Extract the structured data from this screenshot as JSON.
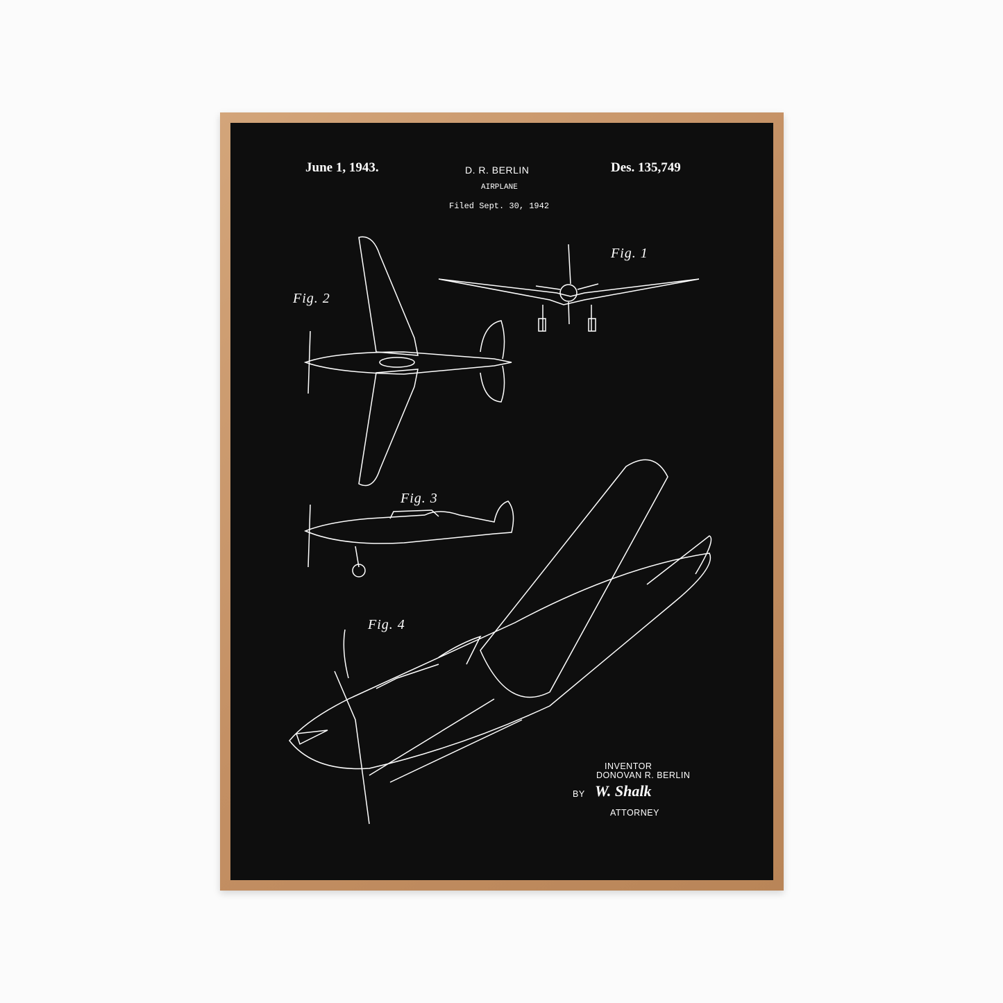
{
  "header": {
    "date": "June 1, 1943.",
    "inventor_short": "D. R. BERLIN",
    "patent_number": "Des. 135,749",
    "title": "AIRPLANE",
    "filed": "Filed Sept. 30, 1942"
  },
  "figures": [
    "Fig. 1",
    "Fig. 2",
    "Fig. 3",
    "Fig. 4"
  ],
  "signature_block": {
    "inventor_label": "INVENTOR",
    "inventor_name": "DONOVAN R. BERLIN",
    "by": "BY",
    "signature": "W. Shalk",
    "attorney_label": "ATTORNEY"
  }
}
